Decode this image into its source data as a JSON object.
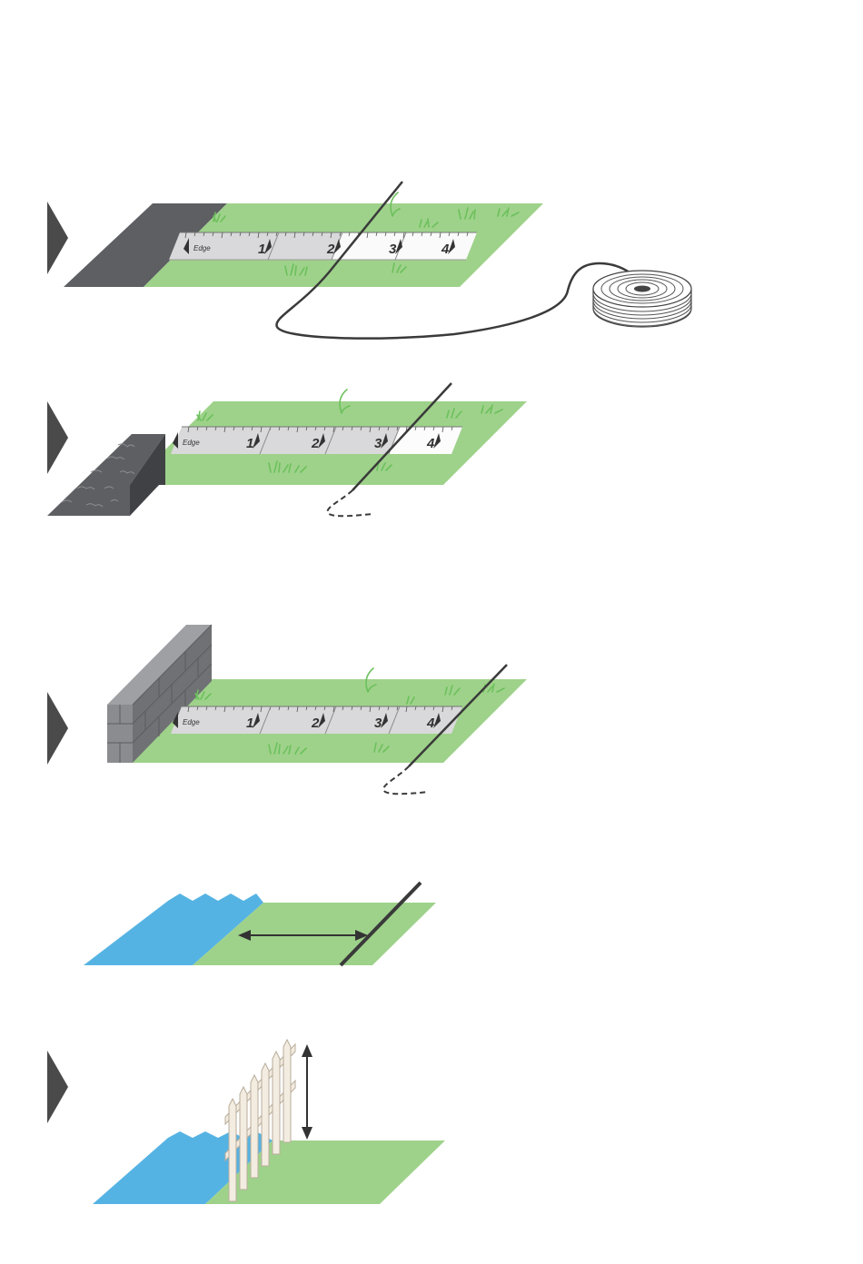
{
  "diagram": {
    "colors": {
      "grass": "#9ed28a",
      "grass_blade": "#6cc05c",
      "asphalt": "#5d5f62",
      "wire": "#3a3a3a",
      "wall": "#7f8184",
      "water": "#55b3e3",
      "fence": "#f3ece0",
      "ruler_grey": "#d9d9db",
      "marker": "#4a4a4a"
    },
    "ruler": {
      "edge_label": "Edge",
      "marks": [
        "1",
        "2",
        "3",
        "4"
      ]
    },
    "panels": [
      {
        "id": "driveway",
        "marker_icon": "chevron-right-icon",
        "ground": "asphalt",
        "wire": "wire-with-coil"
      },
      {
        "id": "raised-paving",
        "marker_icon": "chevron-right-icon",
        "ground": "paving-stones",
        "wire": "wire-dashed-end"
      },
      {
        "id": "wall",
        "marker_icon": "chevron-right-icon",
        "ground": "brick-wall",
        "wire": "wire-dashed-end"
      },
      {
        "id": "water",
        "ground": "water",
        "wire": "distance-arrow"
      },
      {
        "id": "fenced-water",
        "marker_icon": "chevron-right-icon",
        "ground": "water-with-fence",
        "wire": "height-arrow"
      }
    ]
  }
}
